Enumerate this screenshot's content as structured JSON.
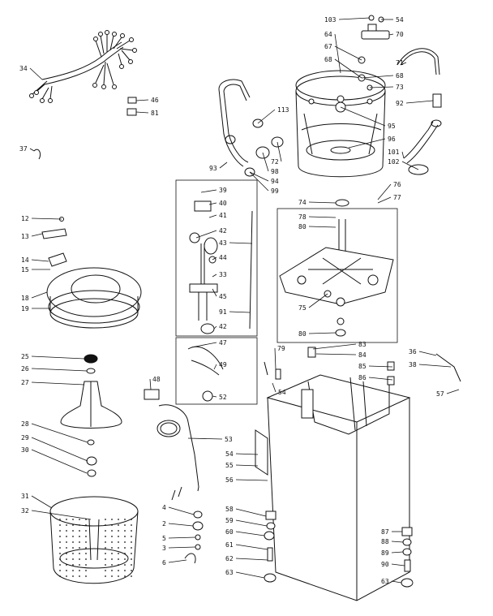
{
  "callouts": [
    {
      "label": "103"
    },
    {
      "label": "54"
    },
    {
      "label": "64"
    },
    {
      "label": "70"
    },
    {
      "label": "67"
    },
    {
      "label": "71"
    },
    {
      "label": "68"
    },
    {
      "label": "68"
    },
    {
      "label": "73"
    },
    {
      "label": "34"
    },
    {
      "label": "46"
    },
    {
      "label": "81"
    },
    {
      "label": "113"
    },
    {
      "label": "92"
    },
    {
      "label": "95"
    },
    {
      "label": "96"
    },
    {
      "label": "37"
    },
    {
      "label": "72"
    },
    {
      "label": "101"
    },
    {
      "label": "98"
    },
    {
      "label": "102"
    },
    {
      "label": "93"
    },
    {
      "label": "94"
    },
    {
      "label": "99"
    },
    {
      "label": "39"
    },
    {
      "label": "40"
    },
    {
      "label": "41"
    },
    {
      "label": "42"
    },
    {
      "label": "43"
    },
    {
      "label": "44"
    },
    {
      "label": "33"
    },
    {
      "label": "45"
    },
    {
      "label": "91"
    },
    {
      "label": "42"
    },
    {
      "label": "74"
    },
    {
      "label": "76"
    },
    {
      "label": "77"
    },
    {
      "label": "78"
    },
    {
      "label": "80"
    },
    {
      "label": "12"
    },
    {
      "label": "13"
    },
    {
      "label": "14"
    },
    {
      "label": "15"
    },
    {
      "label": "18"
    },
    {
      "label": "19"
    },
    {
      "label": "75"
    },
    {
      "label": "80"
    },
    {
      "label": "47"
    },
    {
      "label": "49"
    },
    {
      "label": "52"
    },
    {
      "label": "79"
    },
    {
      "label": "83"
    },
    {
      "label": "84"
    },
    {
      "label": "36"
    },
    {
      "label": "38"
    },
    {
      "label": "25"
    },
    {
      "label": "26"
    },
    {
      "label": "27"
    },
    {
      "label": "85"
    },
    {
      "label": "86"
    },
    {
      "label": "48"
    },
    {
      "label": "54"
    },
    {
      "label": "57"
    },
    {
      "label": "28"
    },
    {
      "label": "29"
    },
    {
      "label": "30"
    },
    {
      "label": "53"
    },
    {
      "label": "54"
    },
    {
      "label": "55"
    },
    {
      "label": "56"
    },
    {
      "label": "31"
    },
    {
      "label": "32"
    },
    {
      "label": "4"
    },
    {
      "label": "2"
    },
    {
      "label": "5"
    },
    {
      "label": "3"
    },
    {
      "label": "6"
    },
    {
      "label": "58"
    },
    {
      "label": "59"
    },
    {
      "label": "60"
    },
    {
      "label": "61"
    },
    {
      "label": "62"
    },
    {
      "label": "63"
    },
    {
      "label": "87"
    },
    {
      "label": "88"
    },
    {
      "label": "89"
    },
    {
      "label": "90"
    },
    {
      "label": "63"
    }
  ]
}
